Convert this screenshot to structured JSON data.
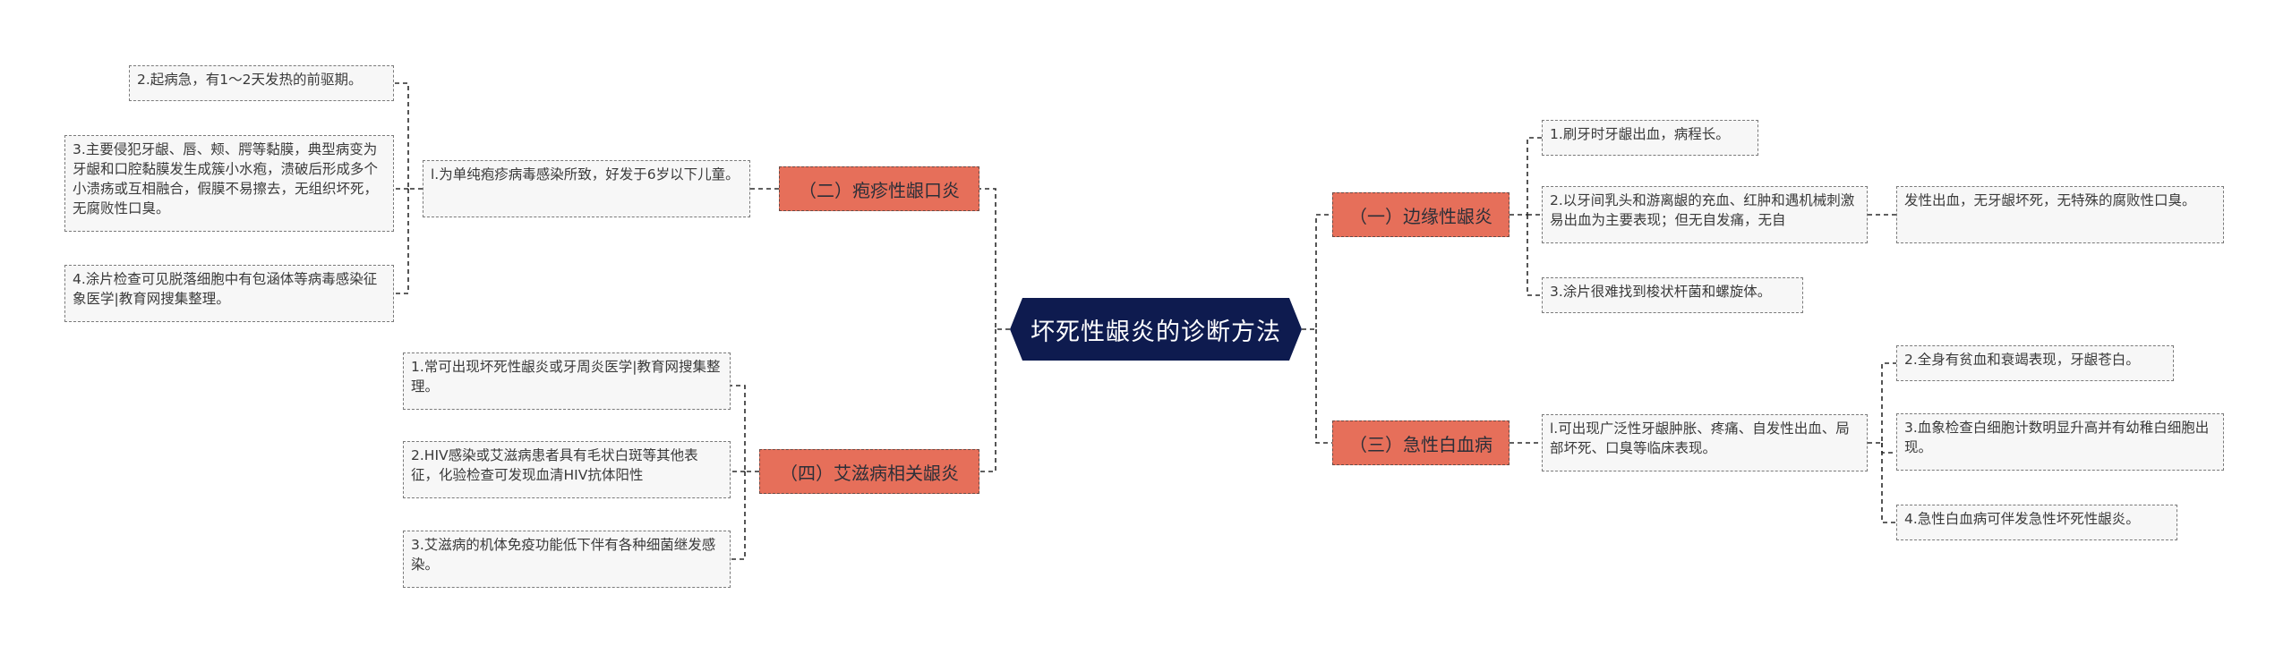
{
  "title": "坏死性龈炎的诊断方法",
  "branches": [
    {
      "label": "（一）边缘性龈炎"
    },
    {
      "label": "（三）急性白血病"
    },
    {
      "label": "（二）疱疹性龈口炎"
    },
    {
      "label": "（四）艾滋病相关龈炎"
    }
  ],
  "leaves": {
    "r1_1": "1.刷牙时牙龈出血，病程长。",
    "r1_2": "2.以牙间乳头和游离龈的充血、红肿和遇机械刺激易出血为主要表现；但无自发痛，无自",
    "r1_2a": "发性出血，无牙龈坏死，无特殊的腐败性口臭。",
    "r1_3": "3.涂片很难找到梭状杆菌和螺旋体。",
    "r3_1": "l.可出现广泛性牙龈肿胀、疼痛、自发性出血、局部坏死、口臭等临床表现。",
    "r3_2": "2.全身有贫血和衰竭表现，牙龈苍白。",
    "r3_3": "3.血象检查白细胞计数明显升高并有幼稚白细胞出现。",
    "r3_4": "4.急性白血病可伴发急性坏死性龈炎。",
    "l2_1": "l.为单纯疱疹病毒感染所致，好发于6岁以下儿童。",
    "l2_2": "2.起病急，有1～2天发热的前驱期。",
    "l2_3": "3.主要侵犯牙龈、唇、颊、腭等黏膜，典型病变为牙龈和口腔黏膜发生成簇小水疱，溃破后形成多个小溃疡或互相融合，假膜不易擦去，无组织坏死，无腐败性口臭。",
    "l2_4": "4.涂片检查可见脱落细胞中有包涵体等病毒感染征象医学|教育网搜集整理。",
    "l4_1": "1.常可出现坏死性龈炎或牙周炎医学|教育网搜集整理。",
    "l4_2": "2.HIV感染或艾滋病患者具有毛状白斑等其他表征，化验检查可发现血清HIV抗体阳性",
    "l4_3": "3.艾滋病的机体免疫功能低下伴有各种细菌继发感染。"
  },
  "colors": {
    "root_fill": "#0e1b4f",
    "branch_fill": "#e66f5a",
    "leaf_fill": "#f7f7f7",
    "connector": "#2b2b2b"
  }
}
